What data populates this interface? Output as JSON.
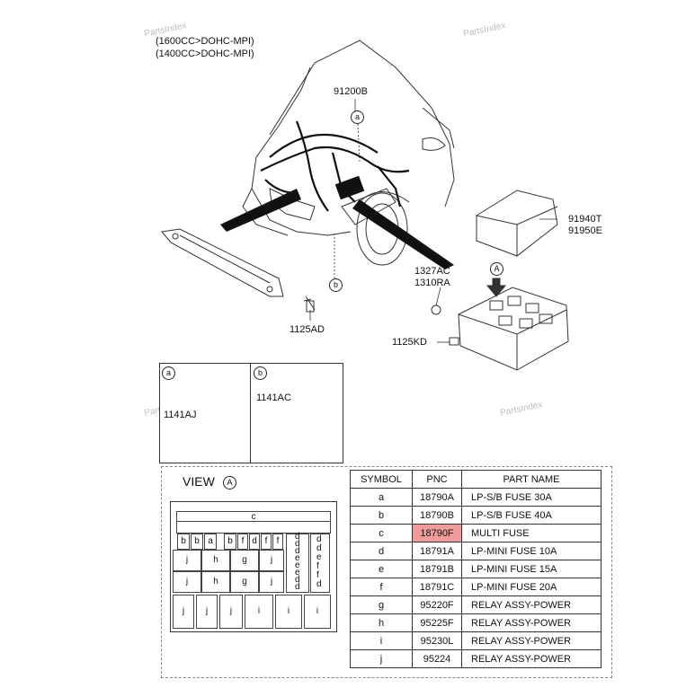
{
  "watermarks": [
    "PartsIndex",
    "PartsIndex",
    "PartsIndex",
    "PartsIndex"
  ],
  "engine_notes": [
    "(1600CC>DOHC-MPI)",
    "(1400CC>DOHC-MPI)"
  ],
  "part_labels": {
    "main_harness": "91200B",
    "bracket_bolt": "1125AD",
    "cover_a": "91940T",
    "cover_b": "91950E",
    "clip_a": "1327AC",
    "clip_b": "1310RA",
    "box_bolt": "1125KD",
    "detail_a_part": "1141AJ",
    "detail_b_part": "1141AC"
  },
  "callouts": {
    "a": "a",
    "b": "b",
    "A": "A"
  },
  "view_title": "VIEW",
  "fuse_layout": {
    "top_row": "c",
    "row2": [
      "b",
      "b",
      "a",
      "b",
      "f",
      "d",
      "f",
      "f"
    ],
    "d_col": [
      "d",
      "d",
      "d",
      "e",
      "e",
      "e",
      "d",
      "d"
    ],
    "mid_j_h": [
      "j",
      "h",
      "g",
      "j",
      "j",
      "h",
      "g",
      "j"
    ],
    "right_stack": [
      "d",
      "d",
      "e",
      "f",
      "f",
      "d"
    ],
    "bottom_row": [
      "j",
      "j",
      "j",
      "i",
      "i",
      "i"
    ]
  },
  "table": {
    "headers": [
      "SYMBOL",
      "PNC",
      "PART NAME"
    ],
    "rows": [
      {
        "symbol": "a",
        "pnc": "18790A",
        "name": "LP-S/B FUSE 30A"
      },
      {
        "symbol": "b",
        "pnc": "18790B",
        "name": "LP-S/B FUSE 40A"
      },
      {
        "symbol": "c",
        "pnc": "18790F",
        "name": "MULTI FUSE",
        "highlight": true
      },
      {
        "symbol": "d",
        "pnc": "18791A",
        "name": "LP-MINI FUSE 10A"
      },
      {
        "symbol": "e",
        "pnc": "18791B",
        "name": "LP-MINI FUSE 15A"
      },
      {
        "symbol": "f",
        "pnc": "18791C",
        "name": "LP-MINI FUSE 20A"
      },
      {
        "symbol": "g",
        "pnc": "95220F",
        "name": "RELAY ASSY-POWER"
      },
      {
        "symbol": "h",
        "pnc": "95225F",
        "name": "RELAY ASSY-POWER"
      },
      {
        "symbol": "i",
        "pnc": "95230L",
        "name": "RELAY ASSY-POWER"
      },
      {
        "symbol": "j",
        "pnc": "95224",
        "name": "RELAY ASSY-POWER"
      }
    ],
    "highlight_color": "#f29b9b"
  }
}
